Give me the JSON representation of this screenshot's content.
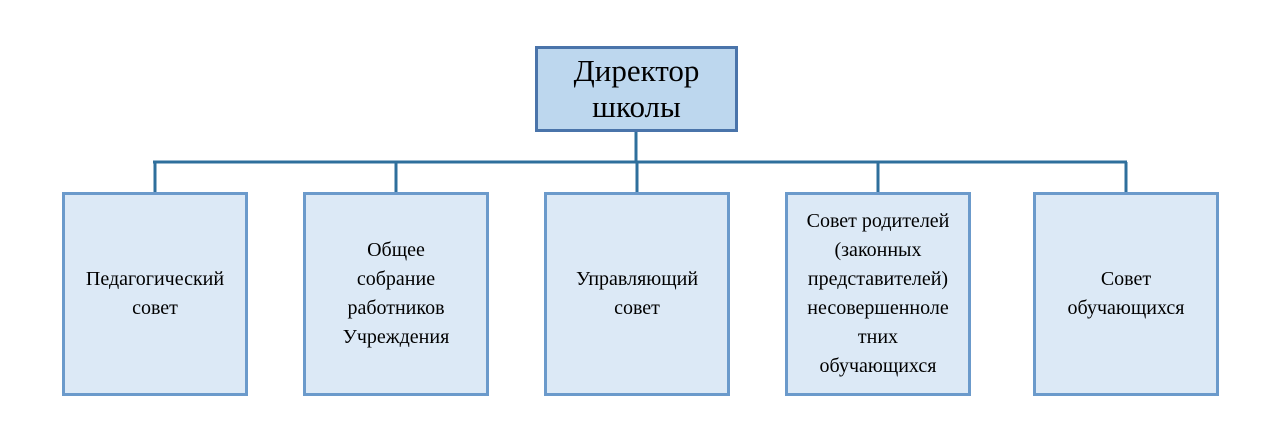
{
  "diagram": {
    "root": {
      "label": "Директор\nшколы"
    },
    "children": [
      {
        "label": "Педагогический\nсовет"
      },
      {
        "label": "Общее\nсобрание\nработников\nУчреждения"
      },
      {
        "label": "Управляющий\nсовет"
      },
      {
        "label": "Совет родителей\n(законных\nпредставителей)\nнесовершенноле\nтних\nобучающихся"
      },
      {
        "label": "Совет\nобучающихся"
      }
    ],
    "colors": {
      "root_fill": "#bdd7ee",
      "root_border": "#4a74aa",
      "child_fill": "#dce9f6",
      "child_border": "#6b9acb",
      "connector": "#2f6f9c"
    }
  }
}
